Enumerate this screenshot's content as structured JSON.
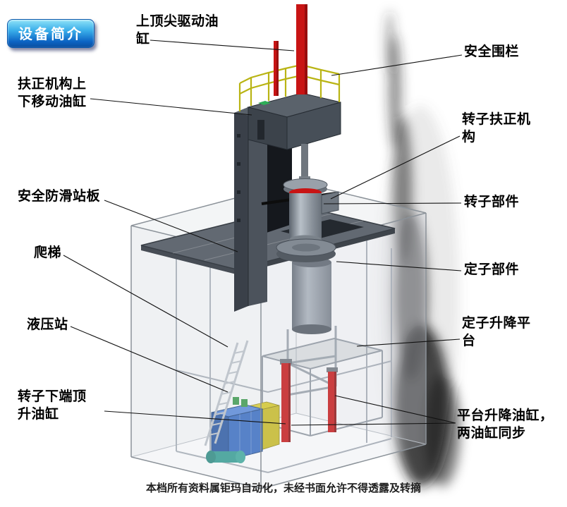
{
  "badge": {
    "label": "设备简介"
  },
  "labels": {
    "top_tip_cylinder": "上顶尖驱动油\n缸",
    "safety_fence": "安全围栏",
    "centering_lift_cylinder": "扶正机构上\n下移动油缸",
    "rotor_centering_mechanism": "转子扶正机\n构",
    "anti_slip_platform": "安全防滑站板",
    "rotor_component": "转子部件",
    "ladder": "爬梯",
    "stator_component": "定子部件",
    "hydraulic_station": "液压站",
    "stator_lift_platform": "定子升降平\n台",
    "rotor_bottom_jack_cylinder": "转子下端顶\n升油缸",
    "platform_lift_cylinders": "平台升降油缸，\n两油缸同步"
  },
  "footer": {
    "watermark": "本档所有资料属钜玛自动化，未经书面允许不得透露及转摘"
  },
  "colors": {
    "cylinder_red": "#c81414",
    "railing_yellow": "#b9b414",
    "hydraulic_blue": "#2a63be",
    "hydraulic_blue_dark": "#1c4e9d",
    "hydraulic_blue_top": "#4d82d8",
    "steel_dark": "#3a4049",
    "steel_mid": "#4c535c",
    "plate_gray": "#626972",
    "valve_green": "#2f9440",
    "pump_teal": "#27988c",
    "yellow_box": "#c9bc20"
  }
}
